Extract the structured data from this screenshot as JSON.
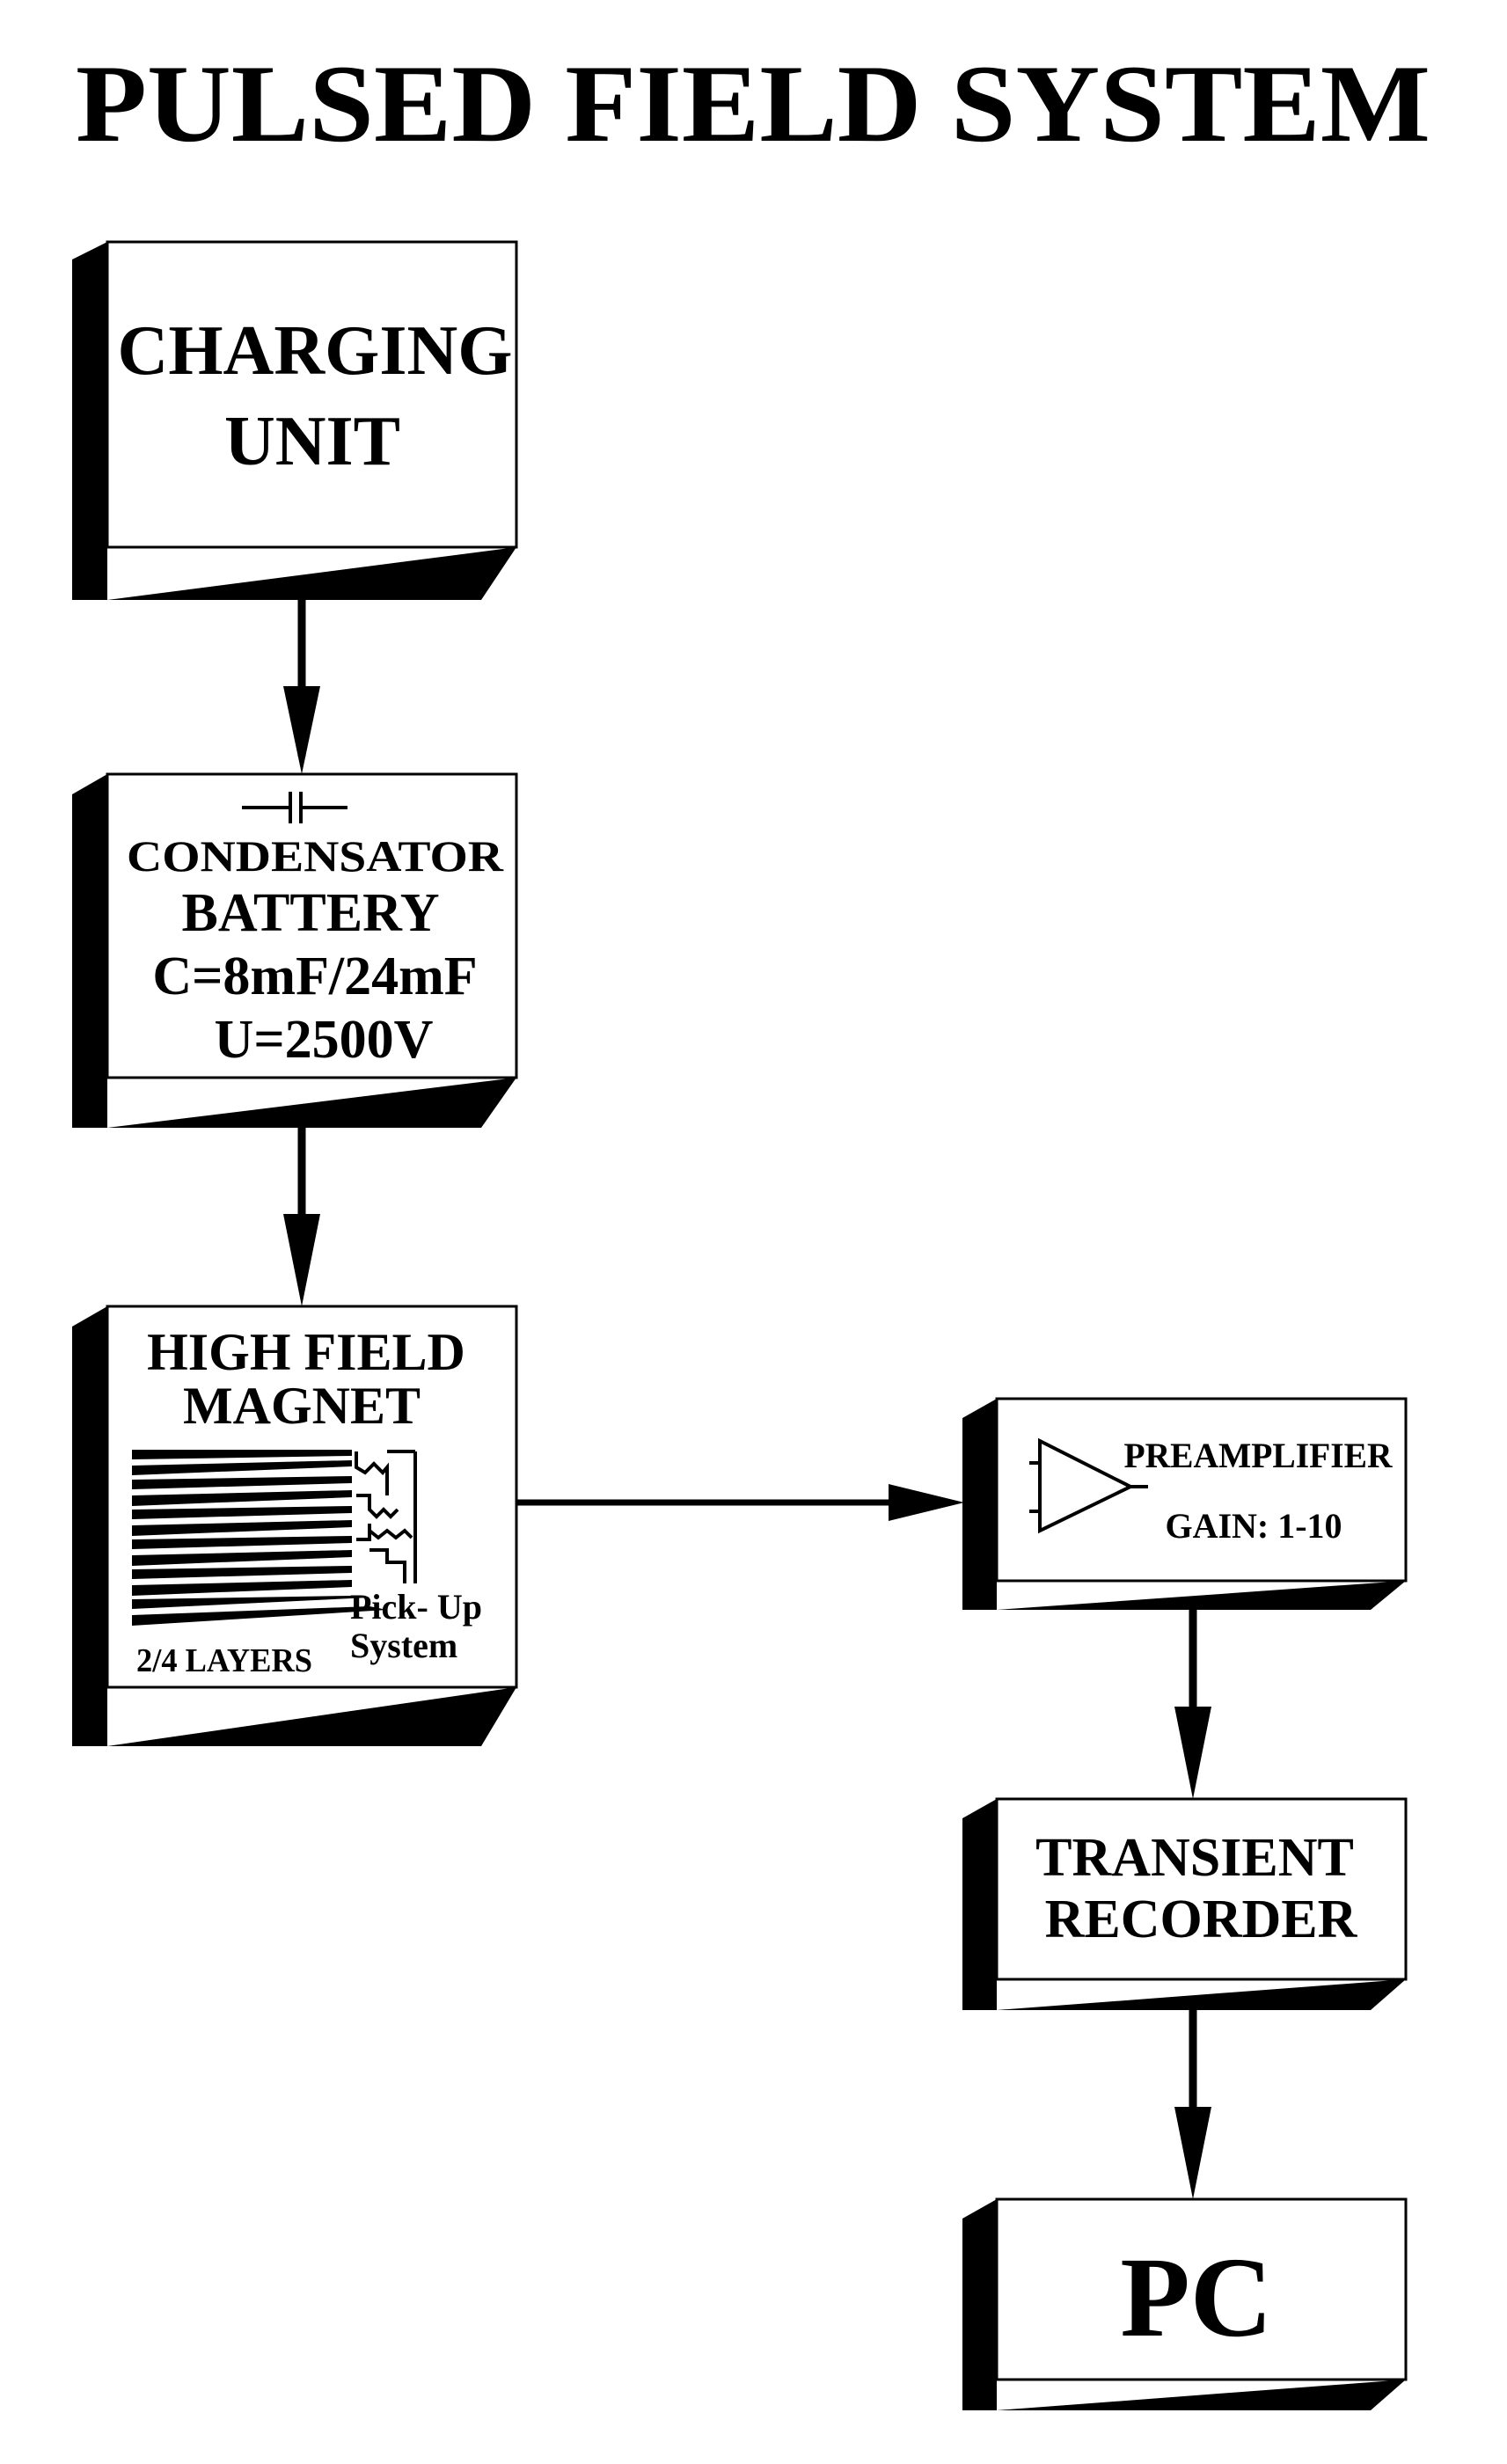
{
  "title": "PULSED FIELD SYSTEM",
  "colors": {
    "ink": "#000000",
    "paper": "#ffffff"
  },
  "blocks": {
    "charging": {
      "line1": "CHARGING",
      "line2": "UNIT"
    },
    "condensator": {
      "line1": "CONDENSATOR",
      "line2": "BATTERY",
      "line3": "C=8mF/24mF",
      "line4": "U=2500V",
      "icon": "capacitor-icon"
    },
    "magnet": {
      "line1": "HIGH FIELD",
      "line2": "MAGNET",
      "layers_label": "2/4 LAYERS",
      "pickup_line1": "Pick- Up",
      "pickup_line2": "System",
      "icon": "coil-icon"
    },
    "preamp": {
      "line1": "PREAMPLIFIER",
      "line2": "GAIN: 1-10",
      "icon": "amplifier-triangle-icon"
    },
    "recorder": {
      "line1": "TRANSIENT",
      "line2": "RECORDER"
    },
    "pc": {
      "line1": "PC"
    }
  }
}
